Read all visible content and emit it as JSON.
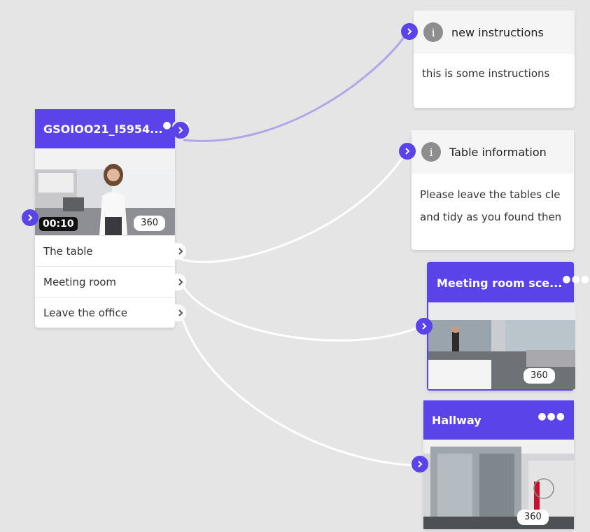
{
  "nodes": {
    "main_video": {
      "title": "GSOIOO21_I5954...",
      "duration": "00:10",
      "badge": "360",
      "choices": [
        {
          "label": "The table"
        },
        {
          "label": "Meeting room"
        },
        {
          "label": "Leave the office"
        }
      ]
    },
    "info_instructions": {
      "title": "new instructions",
      "body": "this is some instructions"
    },
    "info_table": {
      "title": "Table information",
      "body_line1": "Please leave the tables cle",
      "body_line2": "and tidy as you found then"
    },
    "meeting_room": {
      "title": "Meeting room sce...",
      "badge": "360"
    },
    "hallway": {
      "title": "Hallway",
      "badge": "360"
    }
  },
  "icons": {
    "menu": "more-dots-icon",
    "port": "chevron-right-icon",
    "info": "info-icon"
  },
  "colors": {
    "accent": "#5a43e8",
    "canvas": "#e5e5e6",
    "highlight_edge": "#b3a6e8",
    "edge": "#ffffff"
  }
}
